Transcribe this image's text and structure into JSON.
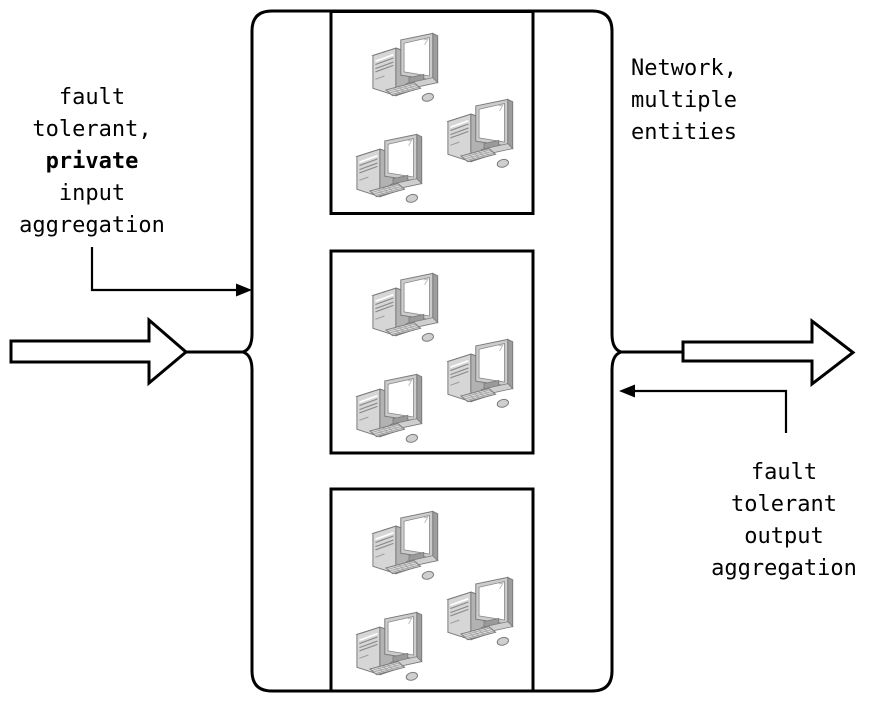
{
  "diagram": {
    "labels": {
      "input": {
        "l1": "fault",
        "l2": "tolerant,",
        "l3": "private",
        "l4": "input",
        "l5": "aggregation"
      },
      "network": {
        "l1": "Network,",
        "l2": "multiple",
        "l3": "entities"
      },
      "output": {
        "l1": "fault",
        "l2": "tolerant",
        "l3": "output",
        "l4": "aggregation"
      }
    },
    "structure": {
      "entity_groups": 3,
      "computers_per_group": 3
    },
    "icons": {
      "computer": "desktop-computer-with-tower-keyboard-mouse"
    },
    "colors": {
      "line": "#000000",
      "background": "#ffffff",
      "computer_light": "#d6d6d6",
      "computer_mid": "#b2b2b2",
      "computer_top": "#e6e6e6",
      "screen": "#ffffff"
    }
  }
}
